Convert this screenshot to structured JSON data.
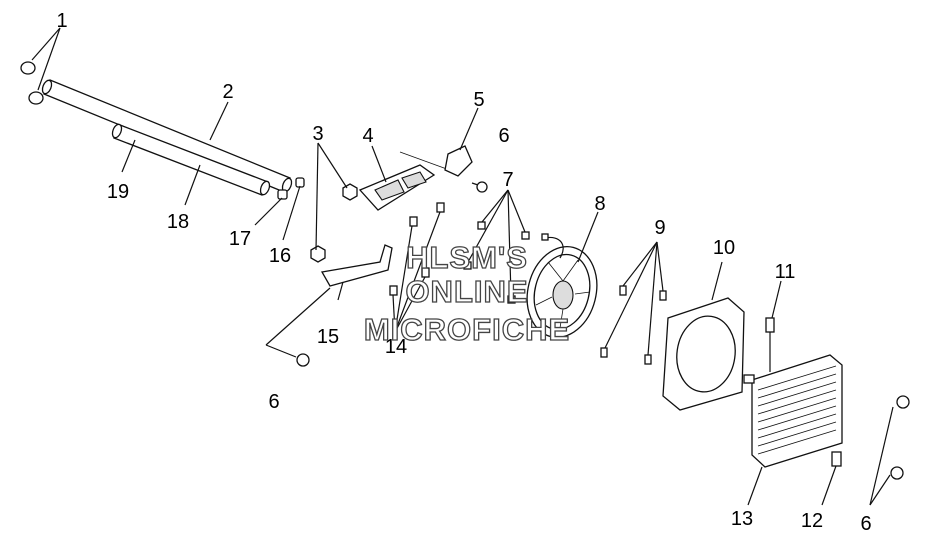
{
  "watermark": {
    "line1": "HLSM'S",
    "line2": "ONLINE",
    "line3": "MICROFICHE"
  },
  "callouts": {
    "c1": "1",
    "c2": "2",
    "c3": "3",
    "c4": "4",
    "c5": "5",
    "c6a": "6",
    "c6b": "6",
    "c6c": "6",
    "c7": "7",
    "c8": "8",
    "c9": "9",
    "c10": "10",
    "c11": "11",
    "c12": "12",
    "c13": "13",
    "c14": "14",
    "c15": "15",
    "c16": "16",
    "c17": "17",
    "c18": "18",
    "c19": "19"
  }
}
